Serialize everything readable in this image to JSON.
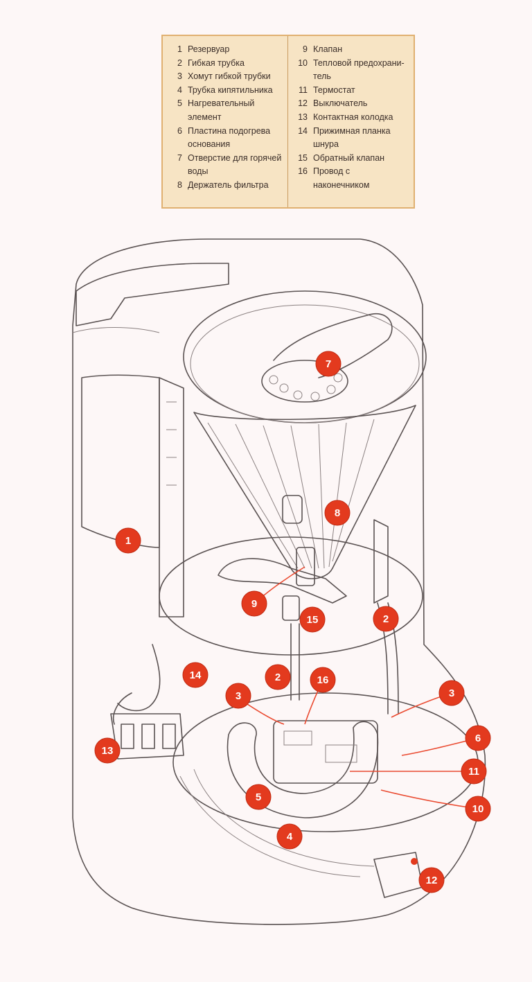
{
  "legend": {
    "left": [
      {
        "num": "1",
        "lines": [
          "Резервуар"
        ]
      },
      {
        "num": "2",
        "lines": [
          "Гибкая трубка"
        ]
      },
      {
        "num": "3",
        "lines": [
          "Хомут гибкой трубки"
        ]
      },
      {
        "num": "4",
        "lines": [
          "Трубка кипятильника"
        ]
      },
      {
        "num": "5",
        "lines": [
          "Нагревательный",
          "элемент"
        ]
      },
      {
        "num": "6",
        "lines": [
          "Пластина подогрева",
          "основания"
        ]
      },
      {
        "num": "7",
        "lines": [
          "Отверстие для горячей",
          "воды"
        ]
      },
      {
        "num": "8",
        "lines": [
          "Держатель фильтра"
        ]
      }
    ],
    "right": [
      {
        "num": "9",
        "lines": [
          "Клапан"
        ]
      },
      {
        "num": "10",
        "lines": [
          "Тепловой предохрани-",
          "тель"
        ]
      },
      {
        "num": "11",
        "lines": [
          "Термостат"
        ]
      },
      {
        "num": "12",
        "lines": [
          "Выключатель"
        ]
      },
      {
        "num": "13",
        "lines": [
          "Контактная колодка"
        ]
      },
      {
        "num": "14",
        "lines": [
          "Прижимная планка",
          "шнура"
        ]
      },
      {
        "num": "15",
        "lines": [
          "Обратный клапан"
        ]
      },
      {
        "num": "16",
        "lines": [
          "Провод с наконечником"
        ]
      }
    ]
  },
  "callouts": [
    {
      "id": "1",
      "label": "1"
    },
    {
      "id": "2a",
      "label": "2"
    },
    {
      "id": "2b",
      "label": "2"
    },
    {
      "id": "3a",
      "label": "3"
    },
    {
      "id": "3b",
      "label": "3"
    },
    {
      "id": "4",
      "label": "4"
    },
    {
      "id": "5",
      "label": "5"
    },
    {
      "id": "6",
      "label": "6"
    },
    {
      "id": "7",
      "label": "7"
    },
    {
      "id": "8",
      "label": "8"
    },
    {
      "id": "9",
      "label": "9"
    },
    {
      "id": "10",
      "label": "10"
    },
    {
      "id": "11",
      "label": "11"
    },
    {
      "id": "12",
      "label": "12"
    },
    {
      "id": "13",
      "label": "13"
    },
    {
      "id": "14",
      "label": "14"
    },
    {
      "id": "15",
      "label": "15"
    },
    {
      "id": "16",
      "label": "16"
    }
  ],
  "colors": {
    "badge": "#e33a1e",
    "legend_bg": "#f7e4c4",
    "legend_border": "#e0b070"
  }
}
